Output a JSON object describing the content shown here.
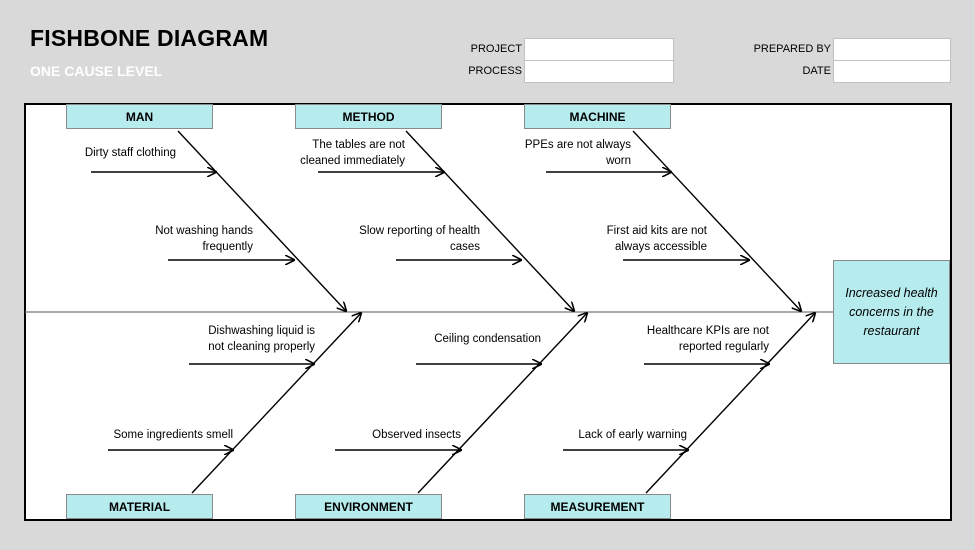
{
  "header": {
    "title": "FISHBONE DIAGRAM",
    "subtitle": "ONE CAUSE LEVEL",
    "project_label": "PROJECT",
    "process_label": "PROCESS",
    "prepared_by_label": "PREPARED BY",
    "date_label": "DATE",
    "project_value": "",
    "process_value": "",
    "prepared_by_value": "",
    "date_value": ""
  },
  "effect": "Increased health concerns in the restaurant",
  "categories": {
    "man": "MAN",
    "method": "METHOD",
    "machine": "MACHINE",
    "material": "MATERIAL",
    "environment": "ENVIRONMENT",
    "measurement": "MEASUREMENT"
  },
  "causes": {
    "man": [
      "Dirty staff clothing",
      "Not washing hands\nfrequently"
    ],
    "method": [
      "The tables are not\ncleaned immediately",
      "Slow reporting of health\ncases"
    ],
    "machine": [
      "PPEs are not always\nworn",
      "First aid kits are not\nalways accessible"
    ],
    "material": [
      "Dishwashing liquid is\nnot cleaning properly",
      "Some ingredients smell"
    ],
    "environment": [
      "Ceiling condensation",
      "Observed insects"
    ],
    "measurement": [
      "Healthcare KPIs are not\nreported regularly",
      "Lack of early warning"
    ]
  },
  "colors": {
    "category_fill": "#b7ecef",
    "background": "#d9d9d9",
    "subtitle": "#ffffff"
  }
}
